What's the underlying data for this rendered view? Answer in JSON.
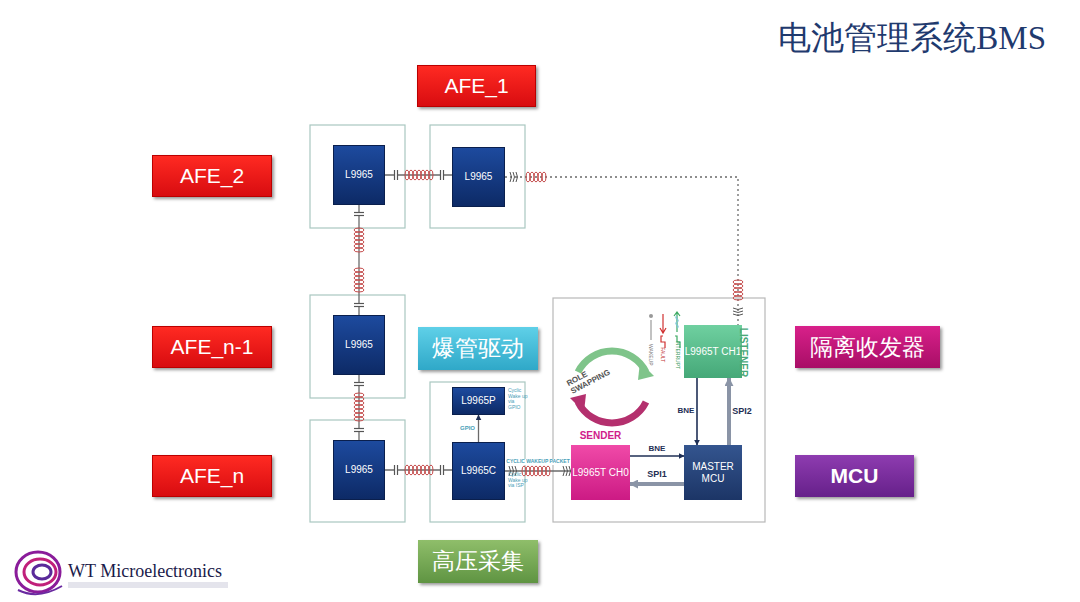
{
  "diagram": {
    "title": "电池管理系统BMS",
    "nodes": [
      {
        "text": [
          "AFE_1"
        ]
      },
      {
        "text": [
          "AFE_2"
        ]
      },
      {
        "text": [
          "AFE_n-1"
        ]
      },
      {
        "text": [
          "爆管驱动"
        ]
      },
      {
        "text": [
          "AFE_n"
        ]
      },
      {
        "text": [
          "高压采集"
        ]
      },
      {
        "text": [
          "隔离收发器"
        ]
      },
      {
        "text": [
          "MCU"
        ]
      },
      {
        "text": [
          "L9965"
        ]
      },
      {
        "text": [
          "L9965"
        ]
      },
      {
        "text": [
          "L9965"
        ]
      },
      {
        "text": [
          "L9965"
        ]
      },
      {
        "text": [
          "L9965P"
        ]
      },
      {
        "text": [
          "L9965C"
        ]
      },
      {
        "text": [
          "L9965T CH1"
        ]
      },
      {
        "text": [
          "SENDER",
          "L9965T CH0"
        ]
      },
      {
        "text": [
          "MASTER MCU"
        ]
      }
    ],
    "edges": [
      {
        "from": 8,
        "to": 9,
        "arrow": "none"
      },
      {
        "from": 8,
        "to": 10,
        "arrow": "none"
      },
      {
        "from": 10,
        "to": 11,
        "arrow": "none"
      },
      {
        "from": 11,
        "to": 13,
        "arrow": "none"
      },
      {
        "from": 13,
        "to": 15,
        "label": "CYCLIC WAKEUP PACKET",
        "arrow": "none"
      },
      {
        "from": 9,
        "to": 14,
        "arrow": "none"
      },
      {
        "from": 13,
        "to": 12,
        "label": "GPIO",
        "arrow": "to"
      },
      {
        "from": 15,
        "to": 16,
        "label": "BNE",
        "arrow": "to"
      },
      {
        "from": 16,
        "to": 15,
        "label": "SPI1",
        "arrow": "to"
      },
      {
        "from": 14,
        "to": 16,
        "label": "BNE",
        "arrow": "to"
      },
      {
        "from": 16,
        "to": 14,
        "label": "SPI2",
        "arrow": "to"
      }
    ],
    "labels": [
      "LISTENER",
      "ROLE SWAPPING",
      "Cyclic Wake up via GPIO",
      "Cyclic Wake up via ISP",
      "WAKEUP",
      "FAULT",
      "INTERRUPT",
      "WT Microelectronics"
    ]
  }
}
